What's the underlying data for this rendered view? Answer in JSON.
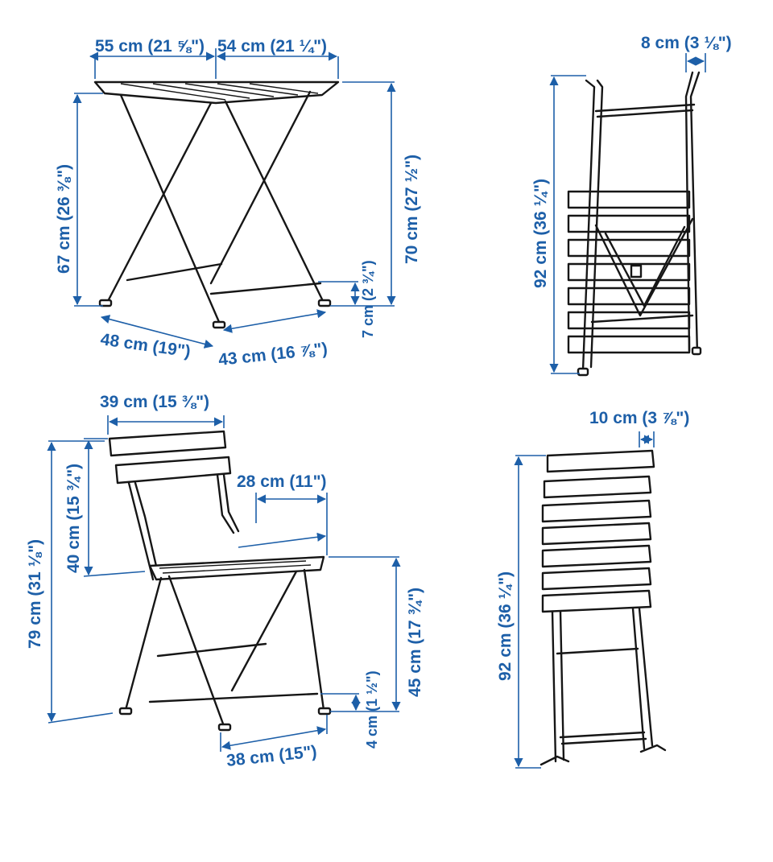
{
  "table": {
    "width": "55 cm (21 ⅝\")",
    "depth": "54 cm (21 ¼\")",
    "height_to_frame": "67 cm (26 ⅜\")",
    "height_total": "70 cm (27 ½\")",
    "foot_height": "7 cm (2 ¾\")",
    "base_width": "48 cm (19\")",
    "base_depth": "43 cm (16 ⅞\")"
  },
  "table_folded": {
    "thickness": "8 cm (3 ⅛\")",
    "height": "92 cm (36 ¼\")"
  },
  "chair": {
    "backrest_width": "39 cm (15 ⅜\")",
    "seat_depth": "28 cm (11\")",
    "backrest_height": "40 cm (15 ¾\")",
    "total_height": "79 cm (31 ⅛\")",
    "seat_height": "45 cm (17 ¾\")",
    "foot_height": "4 cm (1 ½\")",
    "base_width": "38 cm (15\")"
  },
  "chair_folded": {
    "thickness": "10 cm (3 ⅞\")",
    "height": "92 cm (36 ¼\")"
  },
  "colors": {
    "dimension": "#1d5fa8",
    "line": "#161616"
  }
}
